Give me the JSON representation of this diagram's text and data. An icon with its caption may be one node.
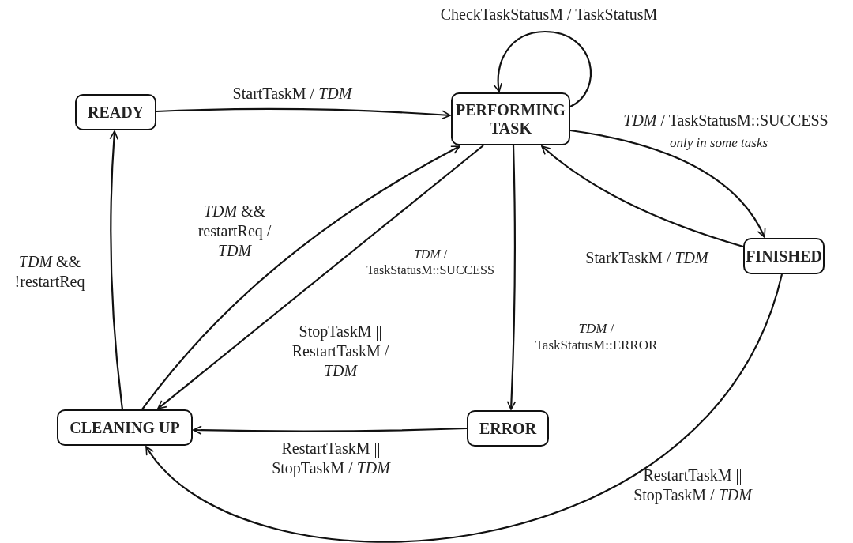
{
  "diagram": {
    "nodes": [
      {
        "text": [
          "READY"
        ]
      },
      {
        "text": [
          "PERFORMING TASK"
        ]
      },
      {
        "text": [
          "FINISHED"
        ]
      },
      {
        "text": [
          "ERROR"
        ]
      },
      {
        "text": [
          "CLEANING UP"
        ]
      }
    ],
    "edges": [
      {
        "from": 0,
        "to": 1,
        "arrow": "to",
        "label": "StartTaskM / *TDM*"
      },
      {
        "from": 1,
        "to": 1,
        "arrow": "to",
        "label": "CheckTaskStatusM / TaskStatusM"
      },
      {
        "from": 1,
        "to": 2,
        "arrow": "to",
        "label": "*TDM* / TaskStatusM::SUCCESS"
      },
      {
        "from": 2,
        "to": 1,
        "arrow": "to",
        "label": "StarkTaskM / *TDM*"
      },
      {
        "from": 4,
        "to": 1,
        "arrow": "to",
        "label": "*TDM* && restartReq / *TDM*"
      },
      {
        "from": 1,
        "to": 4,
        "arrow": "to",
        "label": "*TDM* / TaskStatusM::SUCCESS"
      },
      {
        "from": 1,
        "to": 3,
        "arrow": "to",
        "label": "*TDM* / TaskStatusM::ERROR"
      },
      {
        "from": 3,
        "to": 4,
        "arrow": "to",
        "label": "RestartTaskM || StopTaskM / *TDM*"
      },
      {
        "from": 2,
        "to": 4,
        "arrow": "to",
        "label": "RestartTaskM || StopTaskM / *TDM*"
      },
      {
        "from": 4,
        "to": 0,
        "arrow": "to",
        "label": "*TDM* && !restartReq"
      }
    ],
    "labels": [
      "only in some tasks",
      "StopTaskM || RestartTaskM / *TDM*"
    ]
  }
}
